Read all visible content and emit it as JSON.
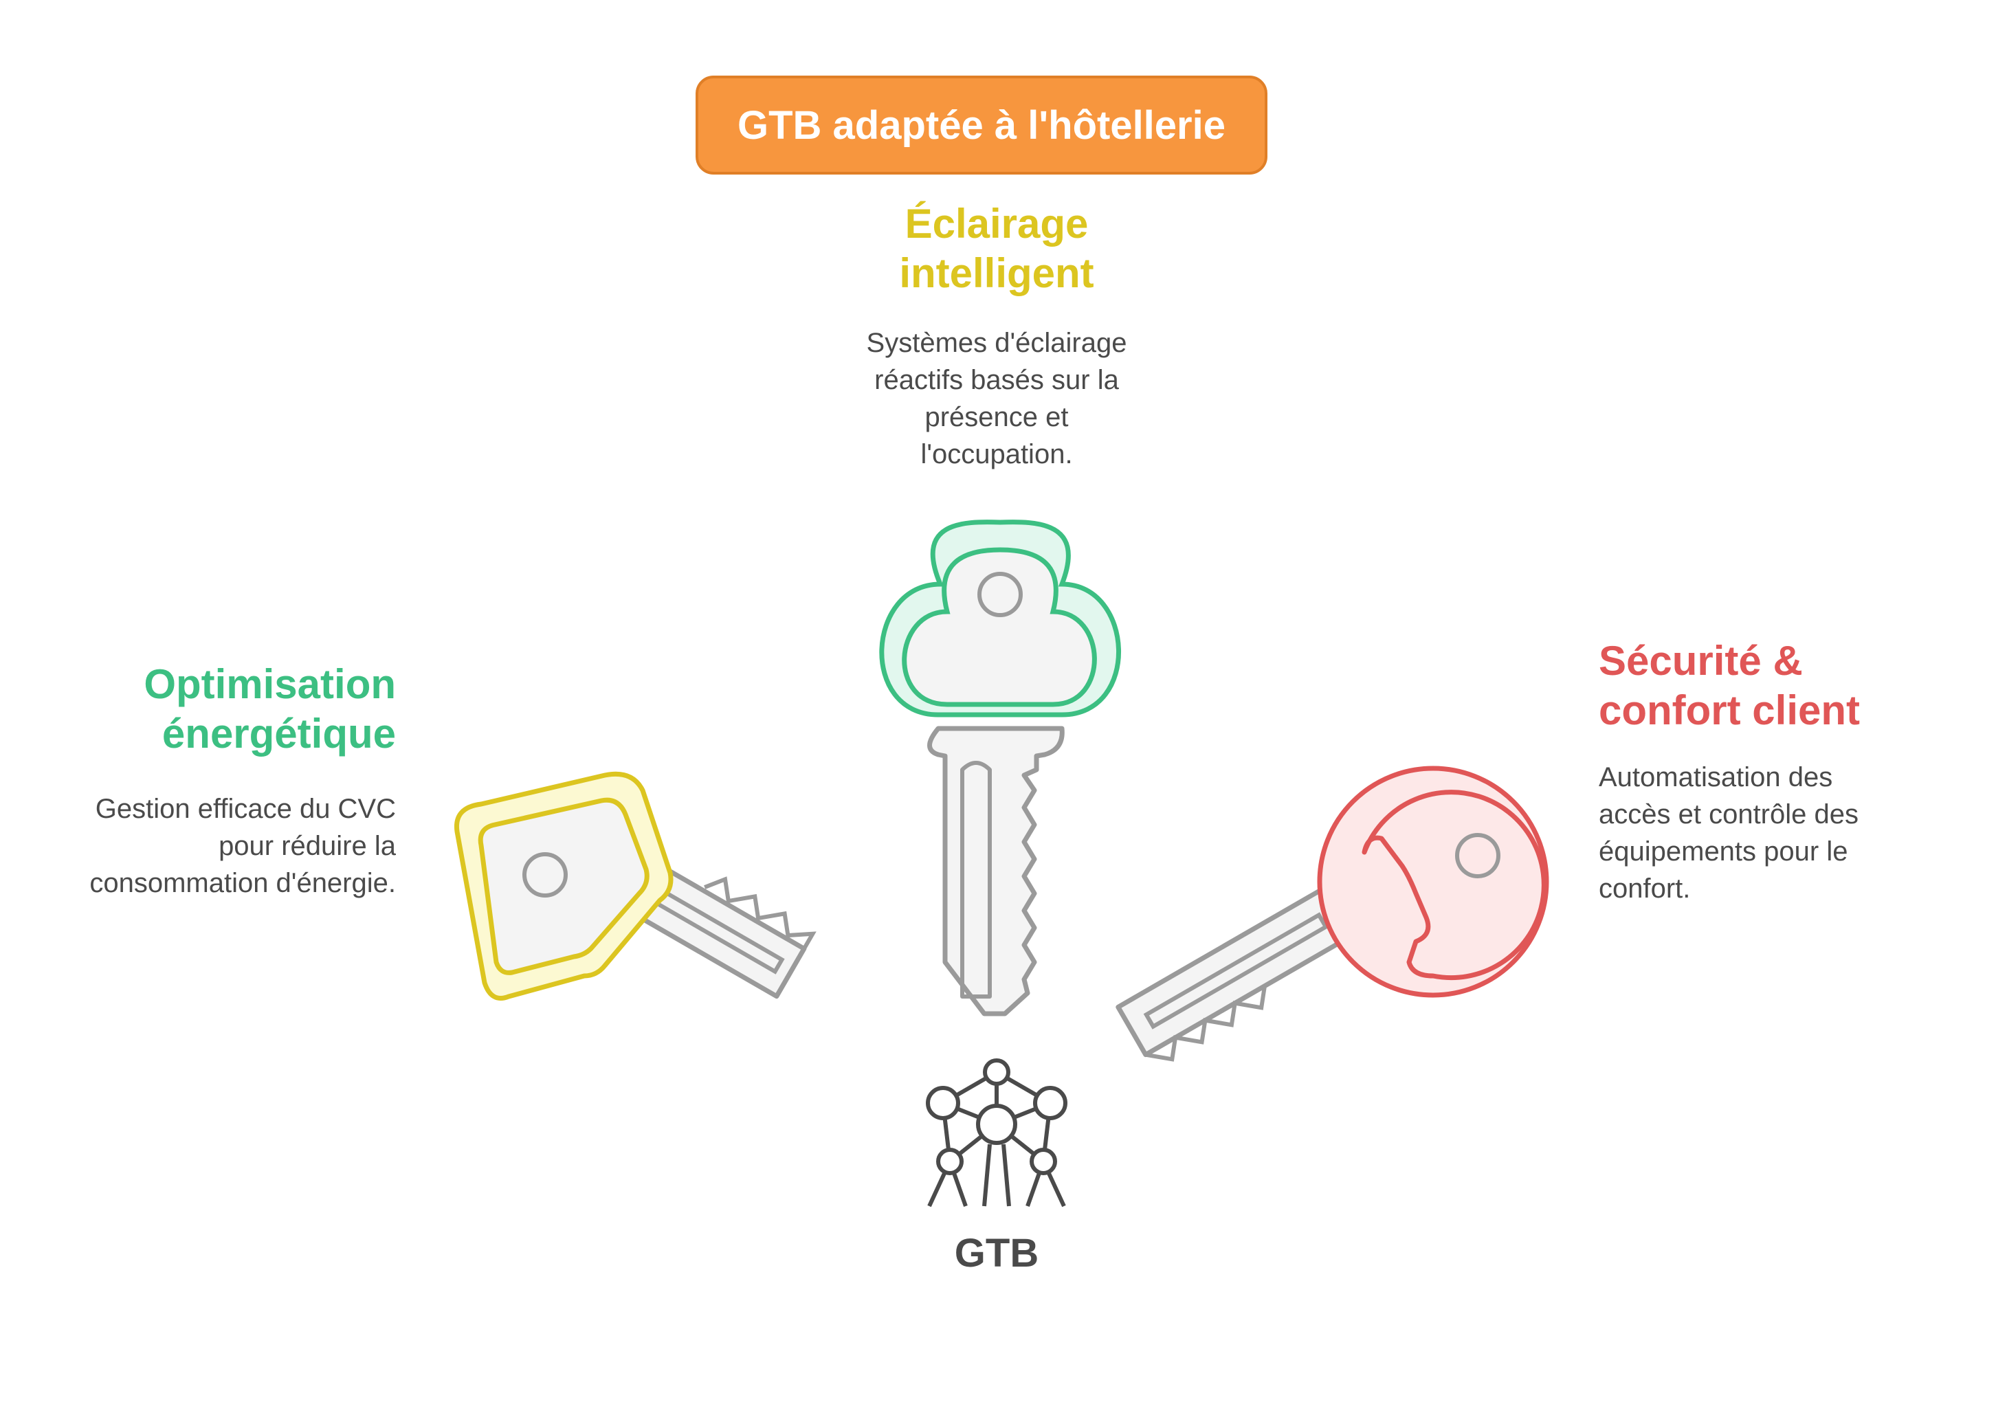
{
  "title": "GTB adaptée à l'hôtellerie",
  "center_node": {
    "label": "GTB",
    "icon": "atomium-icon"
  },
  "keys": [
    {
      "position": "top",
      "heading_line1": "Éclairage",
      "heading_line2": "intelligent",
      "desc_lines": [
        "Systèmes d'éclairage",
        "réactifs basés sur la",
        "présence et",
        "l'occupation."
      ],
      "color": "#3cbf82",
      "fill": "#e2f7ee",
      "heading_color": "#dcc520"
    },
    {
      "position": "left",
      "heading_line1": "Optimisation",
      "heading_line2": "énergétique",
      "desc_lines": [
        "Gestion efficace du CVC",
        "pour réduire la",
        "consommation d'énergie."
      ],
      "color": "#dcc520",
      "fill": "#fcf9d2",
      "heading_color": "#3cbf82"
    },
    {
      "position": "right",
      "heading_line1": "Sécurité &",
      "heading_line2": "confort client",
      "desc_lines": [
        "Automatisation des",
        "accès et contrôle des",
        "équipements pour le",
        "confort."
      ],
      "color": "#e05656",
      "fill": "#fde8e8",
      "heading_color": "#e05656"
    }
  ],
  "colors": {
    "title_bg": "#f7963e",
    "key_gray": "#9a9a9a",
    "key_gray_fill": "#f4f4f4",
    "text": "#4a4a4a"
  }
}
